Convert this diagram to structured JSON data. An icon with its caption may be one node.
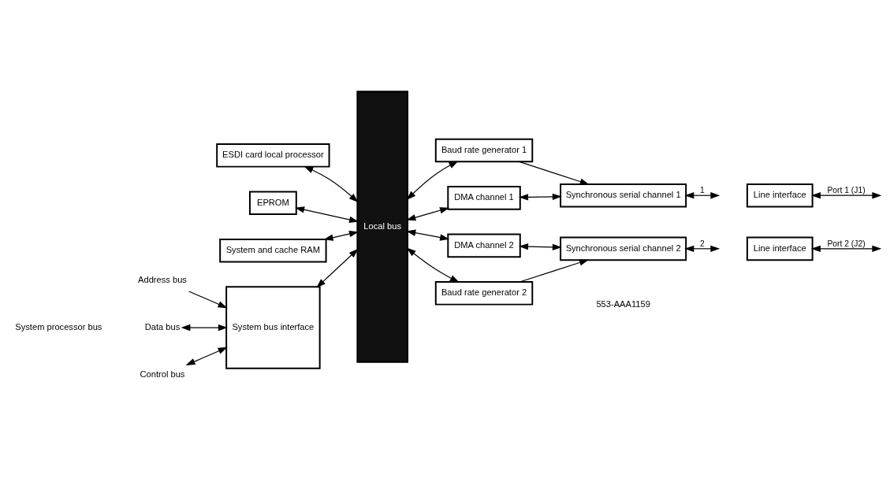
{
  "diagram": {
    "nodes": [
      {
        "text": [
          "System bus interface"
        ]
      },
      {
        "text": [
          "Local bus"
        ]
      },
      {
        "text": [
          "ESDI card local processor"
        ]
      },
      {
        "text": [
          "EPROM"
        ]
      },
      {
        "text": [
          "System and cache RAM"
        ]
      },
      {
        "text": [
          "DMA channel 1"
        ]
      },
      {
        "text": [
          "DMA channel 2"
        ]
      },
      {
        "text": [
          "Baud rate generator 1"
        ]
      },
      {
        "text": [
          "Synchronous serial channel 1"
        ]
      },
      {
        "text": [
          "Line interface"
        ]
      },
      {
        "text": [
          "Synchronous serial channel 2"
        ]
      },
      {
        "text": [
          "Baud rate generator 2"
        ]
      },
      {
        "text": [
          "Line interface"
        ]
      },
      {
        "text": [
          "Address bus"
        ]
      },
      {
        "text": [
          "Data bus"
        ]
      },
      {
        "text": [
          "Control bus"
        ]
      }
    ],
    "edges": [
      {
        "from": 13,
        "to": 0,
        "arrow": "to"
      },
      {
        "from": 14,
        "to": 0,
        "arrow": "both"
      },
      {
        "from": 15,
        "to": 0,
        "arrow": "both"
      },
      {
        "from": 0,
        "to": 1,
        "arrow": "both"
      },
      {
        "from": 1,
        "to": 7,
        "arrow": "both"
      },
      {
        "from": 2,
        "to": 1,
        "arrow": "both"
      },
      {
        "from": 1,
        "to": 5,
        "arrow": "both"
      },
      {
        "from": 5,
        "to": 8,
        "arrow": "both"
      },
      {
        "from": 7,
        "to": 8,
        "arrow": "to"
      },
      {
        "from": 8,
        "to": null,
        "arrow": "both",
        "label": "1"
      },
      {
        "from": 9,
        "to": null,
        "arrow": "both",
        "label": "Port 1 (J1)"
      },
      {
        "from": 3,
        "to": 1,
        "arrow": "both"
      },
      {
        "from": 1,
        "to": 6,
        "arrow": "both"
      },
      {
        "from": 6,
        "to": 10,
        "arrow": "both"
      },
      {
        "from": 11,
        "to": 10,
        "arrow": "to"
      },
      {
        "from": 10,
        "to": null,
        "arrow": "both",
        "label": "2"
      },
      {
        "from": 12,
        "to": null,
        "arrow": "both",
        "label": "Port 2 (J2)"
      },
      {
        "from": 4,
        "to": 1,
        "arrow": "both"
      },
      {
        "from": 1,
        "to": 11,
        "arrow": "both"
      }
    ],
    "labels": [
      "System processor bus",
      "553-AAA1159"
    ]
  }
}
